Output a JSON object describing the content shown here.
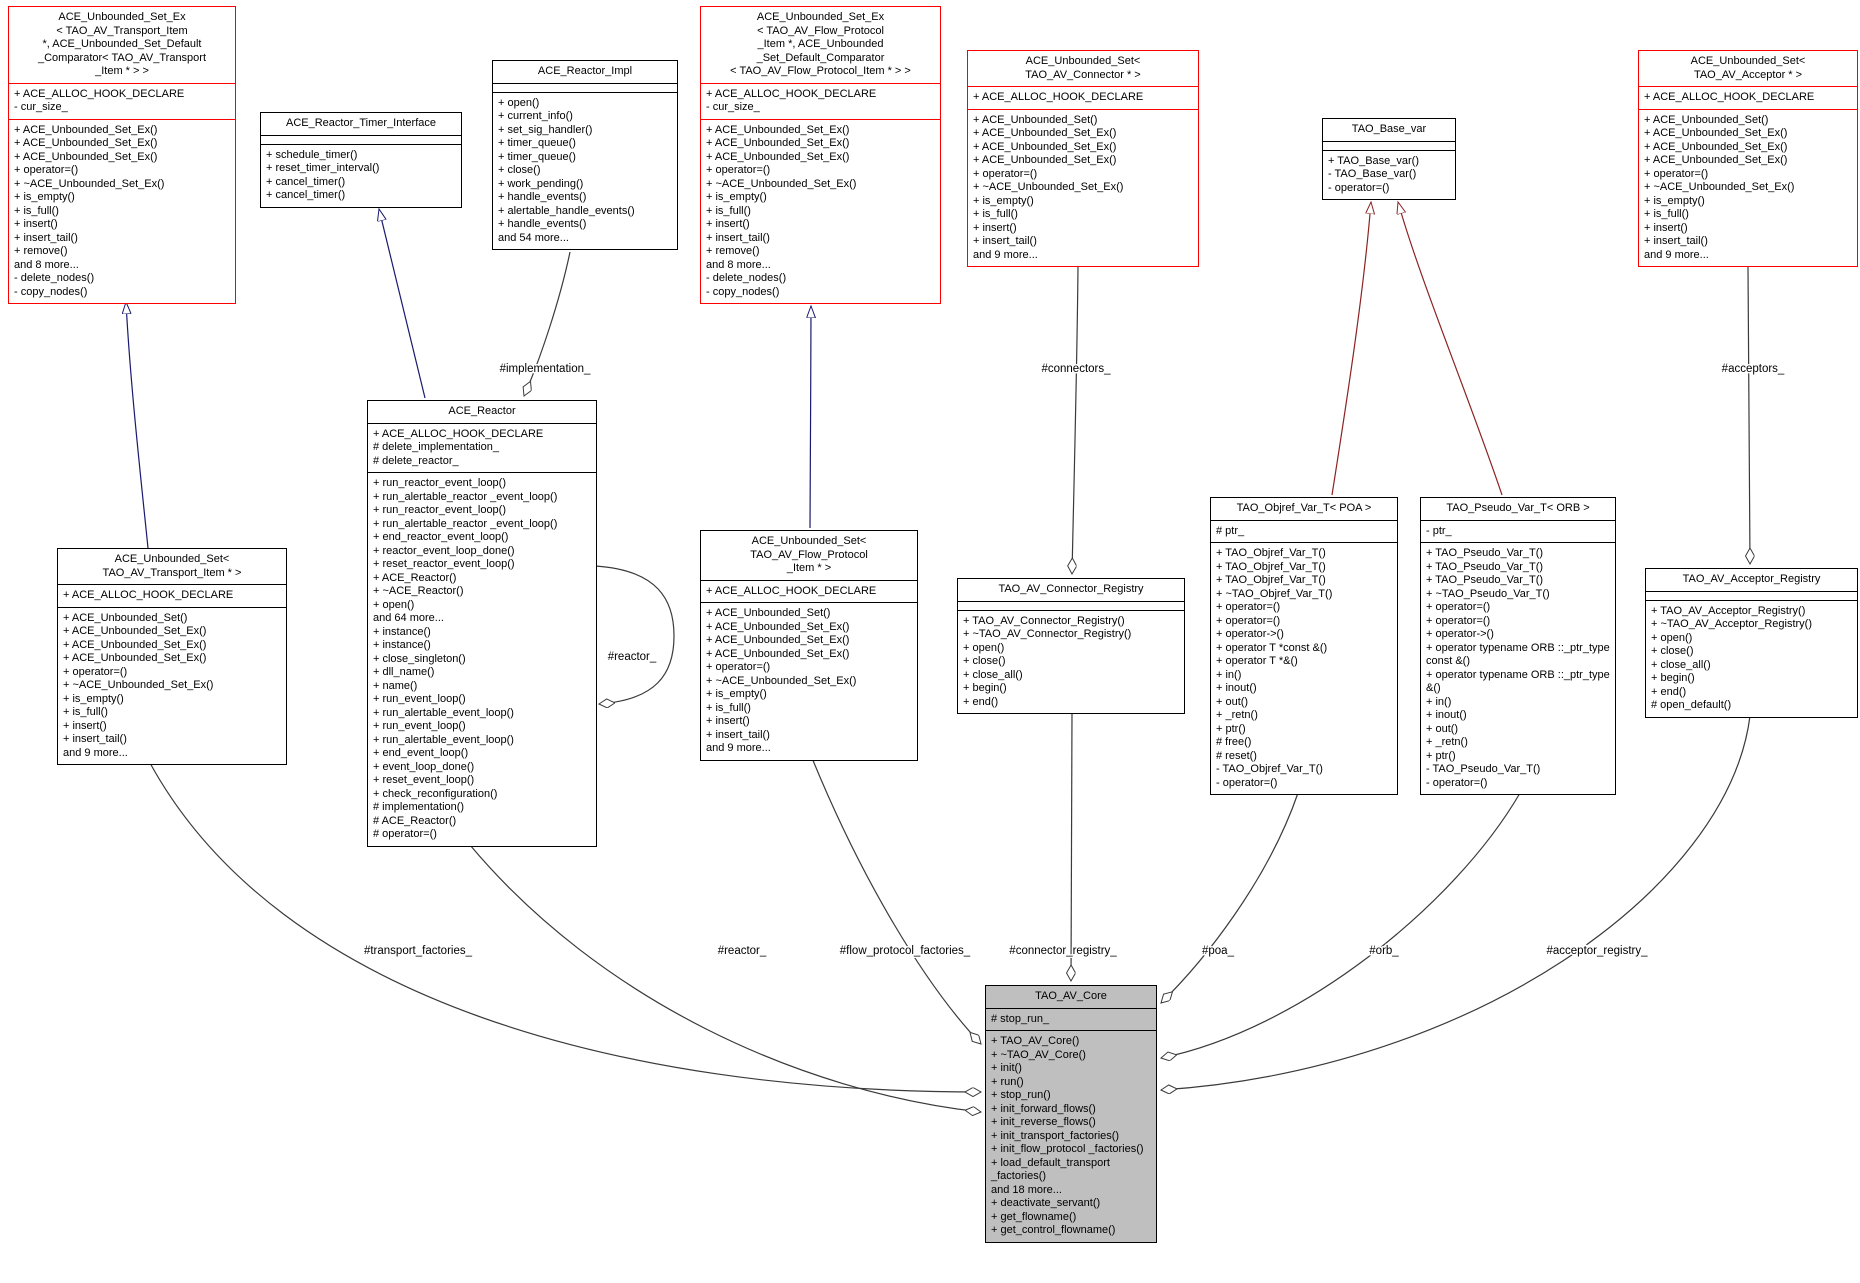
{
  "diagram": {
    "colors": {
      "midnightblue": "#191970",
      "maroon": "#8b2323",
      "edge": "#3a3a3a",
      "red": "#ff0000",
      "black": "#000000",
      "gray_fill": "#bfbfbf",
      "white": "#ffffff"
    },
    "classes": [
      {
        "id": "ace-unbounded-set-ex-transport",
        "border": "red",
        "fill": "white",
        "title_lines": [
          "ACE_Unbounded_Set_Ex",
          "< TAO_AV_Transport_Item",
          " *, ACE_Unbounded_Set_Default",
          "_Comparator< TAO_AV_Transport",
          "_Item * > >"
        ],
        "attributes": [
          "+ ACE_ALLOC_HOOK_DECLARE",
          "- cur_size_"
        ],
        "methods": [
          "+ ACE_Unbounded_Set_Ex()",
          "+ ACE_Unbounded_Set_Ex()",
          "+ ACE_Unbounded_Set_Ex()",
          "+ operator=()",
          "+ ~ACE_Unbounded_Set_Ex()",
          "+ is_empty()",
          "+ is_full()",
          "+ insert()",
          "+ insert_tail()",
          "+ remove()",
          "and 8 more...",
          "- delete_nodes()",
          "- copy_nodes()"
        ]
      },
      {
        "id": "ace-reactor-timer-interface",
        "border": "black",
        "fill": "white",
        "title_lines": [
          "ACE_Reactor_Timer_Interface"
        ],
        "attributes": [],
        "methods": [
          "+ schedule_timer()",
          "+ reset_timer_interval()",
          "+ cancel_timer()",
          "+ cancel_timer()"
        ]
      },
      {
        "id": "ace-reactor-impl",
        "border": "black",
        "fill": "white",
        "title_lines": [
          "ACE_Reactor_Impl"
        ],
        "attributes": [],
        "methods": [
          "+ open()",
          "+ current_info()",
          "+ set_sig_handler()",
          "+ timer_queue()",
          "+ timer_queue()",
          "+ close()",
          "+ work_pending()",
          "+ handle_events()",
          "+ alertable_handle_events()",
          "+ handle_events()",
          "and 54 more..."
        ]
      },
      {
        "id": "ace-unbounded-set-ex-flow",
        "border": "red",
        "fill": "white",
        "title_lines": [
          "ACE_Unbounded_Set_Ex",
          "< TAO_AV_Flow_Protocol",
          "_Item *, ACE_Unbounded",
          "_Set_Default_Comparator",
          "< TAO_AV_Flow_Protocol_Item * > >"
        ],
        "attributes": [
          "+ ACE_ALLOC_HOOK_DECLARE",
          "- cur_size_"
        ],
        "methods": [
          "+ ACE_Unbounded_Set_Ex()",
          "+ ACE_Unbounded_Set_Ex()",
          "+ ACE_Unbounded_Set_Ex()",
          "+ operator=()",
          "+ ~ACE_Unbounded_Set_Ex()",
          "+ is_empty()",
          "+ is_full()",
          "+ insert()",
          "+ insert_tail()",
          "+ remove()",
          "and 8 more...",
          "- delete_nodes()",
          "- copy_nodes()"
        ]
      },
      {
        "id": "ace-unbounded-set-connector",
        "border": "red",
        "fill": "white",
        "title_lines": [
          "ACE_Unbounded_Set<",
          "TAO_AV_Connector * >"
        ],
        "attributes": [
          "+ ACE_ALLOC_HOOK_DECLARE"
        ],
        "methods": [
          "+ ACE_Unbounded_Set()",
          "+ ACE_Unbounded_Set_Ex()",
          "+ ACE_Unbounded_Set_Ex()",
          "+ ACE_Unbounded_Set_Ex()",
          "+ operator=()",
          "+ ~ACE_Unbounded_Set_Ex()",
          "+ is_empty()",
          "+ is_full()",
          "+ insert()",
          "+ insert_tail()",
          "and 9 more..."
        ]
      },
      {
        "id": "tao-base-var",
        "border": "black",
        "fill": "white",
        "title_lines": [
          "TAO_Base_var"
        ],
        "attributes": [],
        "methods": [
          "+ TAO_Base_var()",
          "- TAO_Base_var()",
          "- operator=()"
        ]
      },
      {
        "id": "ace-unbounded-set-acceptor",
        "border": "red",
        "fill": "white",
        "title_lines": [
          "ACE_Unbounded_Set<",
          "TAO_AV_Acceptor * >"
        ],
        "attributes": [
          "+ ACE_ALLOC_HOOK_DECLARE"
        ],
        "methods": [
          "+ ACE_Unbounded_Set()",
          "+ ACE_Unbounded_Set_Ex()",
          "+ ACE_Unbounded_Set_Ex()",
          "+ ACE_Unbounded_Set_Ex()",
          "+ operator=()",
          "+ ~ACE_Unbounded_Set_Ex()",
          "+ is_empty()",
          "+ is_full()",
          "+ insert()",
          "+ insert_tail()",
          "and 9 more..."
        ]
      },
      {
        "id": "ace-reactor",
        "border": "black",
        "fill": "white",
        "title_lines": [
          "ACE_Reactor"
        ],
        "attributes": [
          "+ ACE_ALLOC_HOOK_DECLARE",
          "# delete_implementation_",
          "# delete_reactor_"
        ],
        "methods": [
          "+ run_reactor_event_loop()",
          "+ run_alertable_reactor _event_loop()",
          "+ run_reactor_event_loop()",
          "+ run_alertable_reactor _event_loop()",
          "+ end_reactor_event_loop()",
          "+ reactor_event_loop_done()",
          "+ reset_reactor_event_loop()",
          "+ ACE_Reactor()",
          "+ ~ACE_Reactor()",
          "+ open()",
          "and 64 more...",
          "+ instance()",
          "+ instance()",
          "+ close_singleton()",
          "+ dll_name()",
          "+ name()",
          "+ run_event_loop()",
          "+ run_alertable_event_loop()",
          "+ run_event_loop()",
          "+ run_alertable_event_loop()",
          "+ end_event_loop()",
          "+ event_loop_done()",
          "+ reset_event_loop()",
          "+ check_reconfiguration()",
          "# implementation()",
          "# ACE_Reactor()",
          "# operator=()"
        ]
      },
      {
        "id": "ace-unbounded-set-transport",
        "border": "black",
        "fill": "white",
        "title_lines": [
          "ACE_Unbounded_Set<",
          "TAO_AV_Transport_Item * >"
        ],
        "attributes": [
          "+ ACE_ALLOC_HOOK_DECLARE"
        ],
        "methods": [
          "+ ACE_Unbounded_Set()",
          "+ ACE_Unbounded_Set_Ex()",
          "+ ACE_Unbounded_Set_Ex()",
          "+ ACE_Unbounded_Set_Ex()",
          "+ operator=()",
          "+ ~ACE_Unbounded_Set_Ex()",
          "+ is_empty()",
          "+ is_full()",
          "+ insert()",
          "+ insert_tail()",
          "and 9 more..."
        ]
      },
      {
        "id": "ace-unbounded-set-flow",
        "border": "black",
        "fill": "white",
        "title_lines": [
          "ACE_Unbounded_Set<",
          "TAO_AV_Flow_Protocol",
          "_Item * >"
        ],
        "attributes": [
          "+ ACE_ALLOC_HOOK_DECLARE"
        ],
        "methods": [
          "+ ACE_Unbounded_Set()",
          "+ ACE_Unbounded_Set_Ex()",
          "+ ACE_Unbounded_Set_Ex()",
          "+ ACE_Unbounded_Set_Ex()",
          "+ operator=()",
          "+ ~ACE_Unbounded_Set_Ex()",
          "+ is_empty()",
          "+ is_full()",
          "+ insert()",
          "+ insert_tail()",
          "and 9 more..."
        ]
      },
      {
        "id": "tao-av-connector-registry",
        "border": "black",
        "fill": "white",
        "title_lines": [
          "TAO_AV_Connector_Registry"
        ],
        "attributes": [],
        "methods": [
          "+ TAO_AV_Connector_Registry()",
          "+ ~TAO_AV_Connector_Registry()",
          "+ open()",
          "+ close()",
          "+ close_all()",
          "+ begin()",
          "+ end()"
        ]
      },
      {
        "id": "tao-objref-var-t-poa",
        "border": "black",
        "fill": "white",
        "title_lines": [
          "TAO_Objref_Var_T< POA >"
        ],
        "attributes": [
          "# ptr_"
        ],
        "methods": [
          "+ TAO_Objref_Var_T()",
          "+ TAO_Objref_Var_T()",
          "+ TAO_Objref_Var_T()",
          "+ ~TAO_Objref_Var_T()",
          "+ operator=()",
          "+ operator=()",
          "+ operator->()",
          "+ operator T *const &()",
          "+ operator T *&()",
          "+ in()",
          "+ inout()",
          "+ out()",
          "+ _retn()",
          "+ ptr()",
          "# free()",
          "# reset()",
          "- TAO_Objref_Var_T()",
          "- operator=()"
        ]
      },
      {
        "id": "tao-pseudo-var-t-orb",
        "border": "black",
        "fill": "white",
        "title_lines": [
          "TAO_Pseudo_Var_T< ORB >"
        ],
        "attributes": [
          "- ptr_"
        ],
        "methods": [
          "+ TAO_Pseudo_Var_T()",
          "+ TAO_Pseudo_Var_T()",
          "+ TAO_Pseudo_Var_T()",
          "+ ~TAO_Pseudo_Var_T()",
          "+ operator=()",
          "+ operator=()",
          "+ operator->()",
          "+ operator typename ORB ::_ptr_type const &()",
          "+ operator typename ORB ::_ptr_type &()",
          "+ in()",
          "+ inout()",
          "+ out()",
          "+ _retn()",
          "+ ptr()",
          "- TAO_Pseudo_Var_T()",
          "- operator=()"
        ]
      },
      {
        "id": "tao-av-acceptor-registry",
        "border": "black",
        "fill": "white",
        "title_lines": [
          "TAO_AV_Acceptor_Registry"
        ],
        "attributes": [],
        "methods": [
          "+ TAO_AV_Acceptor_Registry()",
          "+ ~TAO_AV_Acceptor_Registry()",
          "+ open()",
          "+ close()",
          "+ close_all()",
          "+ begin()",
          "+ end()",
          "# open_default()"
        ]
      },
      {
        "id": "tao-av-core",
        "border": "black",
        "fill": "gray_fill",
        "title_lines": [
          "TAO_AV_Core"
        ],
        "attributes": [
          "# stop_run_"
        ],
        "methods": [
          "+ TAO_AV_Core()",
          "+ ~TAO_AV_Core()",
          "+ init()",
          "+ run()",
          "+ stop_run()",
          "+ init_forward_flows()",
          "+ init_reverse_flows()",
          "+ init_transport_factories()",
          "+ init_flow_protocol _factories()",
          "+ load_default_transport _factories()",
          "and 18 more...",
          "+ deactivate_servant()",
          "+ get_flowname()",
          "+ get_control_flowname()"
        ]
      }
    ],
    "edges": [
      {
        "from": "ace-unbounded-set-transport",
        "to": "ace-unbounded-set-ex-transport",
        "type": "inheritance",
        "color": "midnightblue",
        "label": ""
      },
      {
        "from": "ace-reactor",
        "to": "ace-reactor-timer-interface",
        "type": "inheritance",
        "color": "midnightblue",
        "label": ""
      },
      {
        "from": "ace-reactor-impl",
        "to": "ace-reactor",
        "type": "aggregation",
        "color": "edge",
        "label": "#implementation_"
      },
      {
        "from": "ace-unbounded-set-flow",
        "to": "ace-unbounded-set-ex-flow",
        "type": "inheritance",
        "color": "midnightblue",
        "label": ""
      },
      {
        "from": "ace-unbounded-set-connector",
        "to": "tao-av-connector-registry",
        "type": "aggregation",
        "color": "edge",
        "label": "#connectors_"
      },
      {
        "from": "tao-objref-var-t-poa",
        "to": "tao-base-var",
        "type": "inheritance",
        "color": "maroon",
        "label": ""
      },
      {
        "from": "tao-pseudo-var-t-orb",
        "to": "tao-base-var",
        "type": "inheritance",
        "color": "maroon",
        "label": ""
      },
      {
        "from": "ace-unbounded-set-acceptor",
        "to": "tao-av-acceptor-registry",
        "type": "aggregation",
        "color": "edge",
        "label": "#acceptors_"
      },
      {
        "from": "ace-reactor",
        "to": "ace-reactor",
        "type": "aggregation",
        "color": "edge",
        "label": "#reactor_"
      },
      {
        "from": "ace-unbounded-set-transport",
        "to": "tao-av-core",
        "type": "aggregation",
        "color": "edge",
        "label": "#transport_factories_"
      },
      {
        "from": "ace-reactor",
        "to": "tao-av-core",
        "type": "aggregation",
        "color": "edge",
        "label": "#reactor_"
      },
      {
        "from": "ace-unbounded-set-flow",
        "to": "tao-av-core",
        "type": "aggregation",
        "color": "edge",
        "label": "#flow_protocol_factories_"
      },
      {
        "from": "tao-av-connector-registry",
        "to": "tao-av-core",
        "type": "aggregation",
        "color": "edge",
        "label": "#connector_registry_"
      },
      {
        "from": "tao-objref-var-t-poa",
        "to": "tao-av-core",
        "type": "aggregation",
        "color": "edge",
        "label": "#poa_"
      },
      {
        "from": "tao-pseudo-var-t-orb",
        "to": "tao-av-core",
        "type": "aggregation",
        "color": "edge",
        "label": "#orb_"
      },
      {
        "from": "tao-av-acceptor-registry",
        "to": "tao-av-core",
        "type": "aggregation",
        "color": "edge",
        "label": "#acceptor_registry_"
      }
    ]
  }
}
